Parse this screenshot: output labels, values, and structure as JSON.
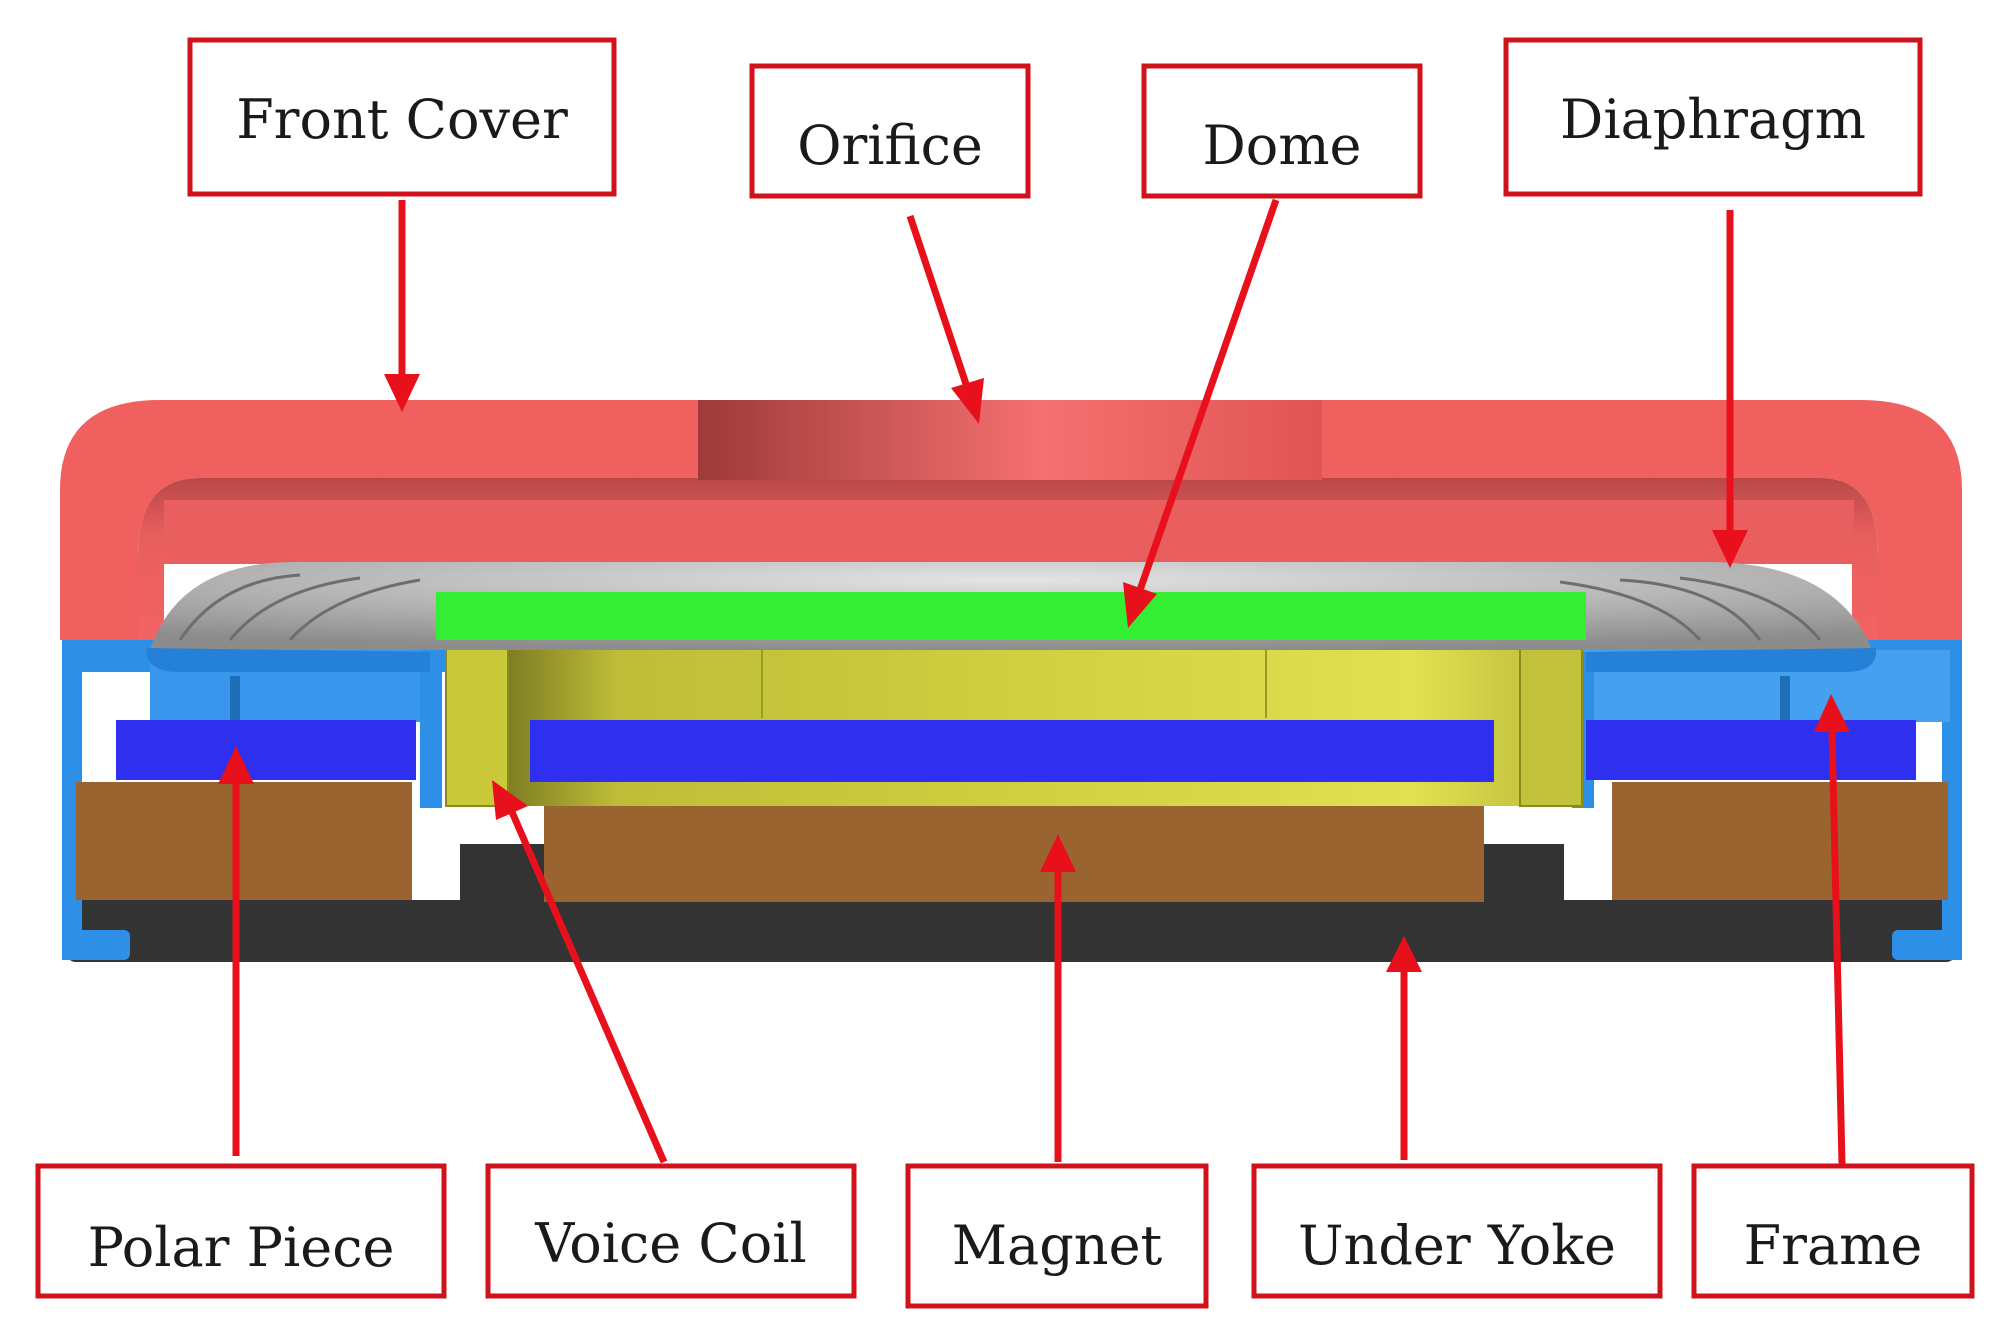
{
  "labels": {
    "front_cover": "Front Cover",
    "orifice": "Orifice",
    "dome": "Dome",
    "diaphragm": "Diaphragm",
    "polar_piece": "Polar Piece",
    "voice_coil": "Voice Coil",
    "magnet": "Magnet",
    "under_yoke": "Under Yoke",
    "frame": "Frame"
  },
  "colors": {
    "front_cover": "#f0605f",
    "frame": "#2e8fe6",
    "polar_piece": "#2f2ff0",
    "magnet": "#9a6430",
    "under_yoke": "#333333",
    "voice_coil": "#c9c93a",
    "dome": "#33ee33",
    "diaphragm": "#a9a9a9",
    "label_border": "#d0121b",
    "arrow": "#e8101b"
  }
}
